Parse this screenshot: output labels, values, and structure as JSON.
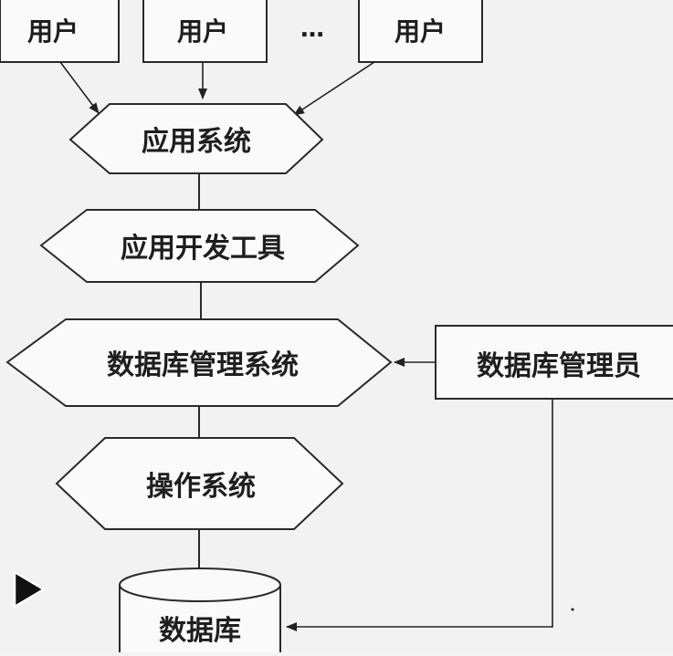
{
  "diagram": {
    "users": [
      {
        "label": "用户"
      },
      {
        "label": "用户"
      },
      {
        "label": "用户"
      }
    ],
    "ellipsis": "…",
    "application_system": "应用系统",
    "dev_tools": "应用开发工具",
    "dbms": "数据库管理系统",
    "os": "操作系统",
    "dba": "数据库管理员",
    "database": "数据库"
  },
  "icons": {
    "play": "play-icon"
  }
}
